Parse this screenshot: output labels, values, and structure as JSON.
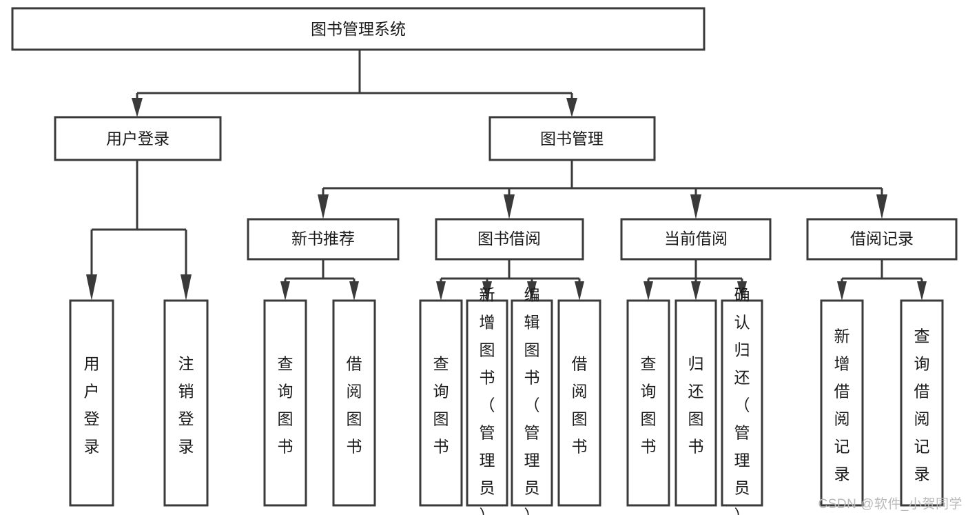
{
  "diagram": {
    "type": "tree",
    "orientation": "top-down",
    "title": "图书管理系统",
    "watermark": "CSDN @软件_小贺同学",
    "colors": {
      "stroke": "#3a3a3a",
      "fill": "#ffffff",
      "text": "#1a1a1a",
      "watermark": "#b9b9b9",
      "background": "#ffffff"
    },
    "nodes": {
      "root": {
        "label": "图书管理系统",
        "level": 1,
        "orient": "horizontal"
      },
      "l2": [
        {
          "id": "user-login",
          "label": "用户登录",
          "level": 2,
          "orient": "horizontal"
        },
        {
          "id": "book-manage",
          "label": "图书管理",
          "level": 2,
          "orient": "horizontal"
        }
      ],
      "l3": [
        {
          "id": "new-book-rec",
          "label": "新书推荐",
          "level": 3,
          "orient": "horizontal"
        },
        {
          "id": "book-borrow",
          "label": "图书借阅",
          "level": 3,
          "orient": "horizontal"
        },
        {
          "id": "current-borrow",
          "label": "当前借阅",
          "level": 3,
          "orient": "horizontal"
        },
        {
          "id": "borrow-record",
          "label": "借阅记录",
          "level": 3,
          "orient": "horizontal"
        }
      ],
      "leaves": [
        {
          "id": "leaf-user-login",
          "label": "用户登录",
          "parent": "user-login",
          "orient": "vertical"
        },
        {
          "id": "leaf-logout",
          "label": "注销登录",
          "parent": "user-login",
          "orient": "vertical"
        },
        {
          "id": "leaf-query-book-1",
          "label": "查询图书",
          "parent": "new-book-rec",
          "orient": "vertical"
        },
        {
          "id": "leaf-borrow-book-1",
          "label": "借阅图书",
          "parent": "new-book-rec",
          "orient": "vertical"
        },
        {
          "id": "leaf-query-book-2",
          "label": "查询图书",
          "parent": "book-borrow",
          "orient": "vertical"
        },
        {
          "id": "leaf-add-book",
          "label": "新增图书（管理员）",
          "parent": "book-borrow",
          "orient": "vertical"
        },
        {
          "id": "leaf-edit-book",
          "label": "编辑图书（管理员）",
          "parent": "book-borrow",
          "orient": "vertical"
        },
        {
          "id": "leaf-borrow-book-2",
          "label": "借阅图书",
          "parent": "book-borrow",
          "orient": "vertical"
        },
        {
          "id": "leaf-query-book-3",
          "label": "查询图书",
          "parent": "current-borrow",
          "orient": "vertical"
        },
        {
          "id": "leaf-return-book",
          "label": "归还图书",
          "parent": "current-borrow",
          "orient": "vertical"
        },
        {
          "id": "leaf-confirm-return",
          "label": "确认归还（管理员）",
          "parent": "current-borrow",
          "orient": "vertical"
        },
        {
          "id": "leaf-add-record",
          "label": "新增借阅记录",
          "parent": "borrow-record",
          "orient": "vertical"
        },
        {
          "id": "leaf-query-record",
          "label": "查询借阅记录",
          "parent": "borrow-record",
          "orient": "vertical"
        }
      ]
    },
    "edges": [
      {
        "from": "root",
        "to": "user-login"
      },
      {
        "from": "root",
        "to": "book-manage"
      },
      {
        "from": "book-manage",
        "to": "new-book-rec"
      },
      {
        "from": "book-manage",
        "to": "book-borrow"
      },
      {
        "from": "book-manage",
        "to": "current-borrow"
      },
      {
        "from": "book-manage",
        "to": "borrow-record"
      },
      {
        "from": "user-login",
        "to": "leaf-user-login"
      },
      {
        "from": "user-login",
        "to": "leaf-logout"
      },
      {
        "from": "new-book-rec",
        "to": "leaf-query-book-1"
      },
      {
        "from": "new-book-rec",
        "to": "leaf-borrow-book-1"
      },
      {
        "from": "book-borrow",
        "to": "leaf-query-book-2"
      },
      {
        "from": "book-borrow",
        "to": "leaf-add-book"
      },
      {
        "from": "book-borrow",
        "to": "leaf-edit-book"
      },
      {
        "from": "book-borrow",
        "to": "leaf-borrow-book-2"
      },
      {
        "from": "current-borrow",
        "to": "leaf-query-book-3"
      },
      {
        "from": "current-borrow",
        "to": "leaf-return-book"
      },
      {
        "from": "current-borrow",
        "to": "leaf-confirm-return"
      },
      {
        "from": "borrow-record",
        "to": "leaf-add-record"
      },
      {
        "from": "borrow-record",
        "to": "leaf-query-record"
      }
    ]
  }
}
